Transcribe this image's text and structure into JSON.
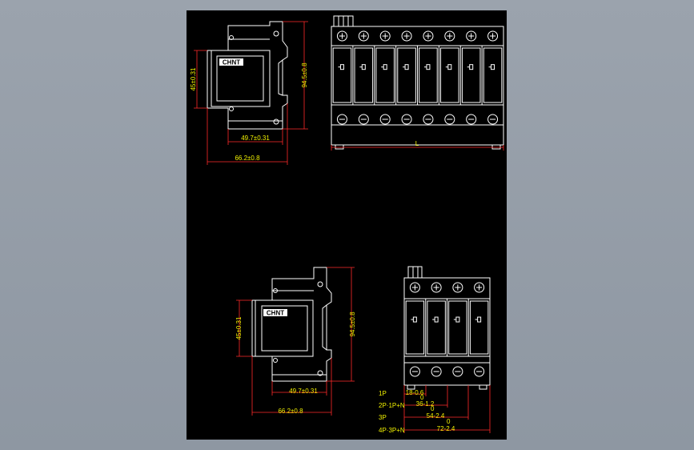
{
  "drawing": {
    "top_view": {
      "dim_height": "94.5±0.8",
      "dim_front_height": "45±0.31",
      "dim_width_inner": "49.7±0.31",
      "dim_width_outer": "66.2±0.8",
      "logo": "CHNT"
    },
    "top_front": {
      "dim_length": "L",
      "poles": 8
    },
    "bottom_view": {
      "dim_height": "94.5±0.8",
      "dim_front_height": "45±0.31",
      "dim_width_inner": "49.7±0.31",
      "dim_width_outer": "66.2±0.8",
      "logo": "CHNT"
    },
    "bottom_front": {
      "poles": 4,
      "table": [
        {
          "config": "1P",
          "dim": "18-0.6",
          "tol": "0"
        },
        {
          "config": "2P·1P+N",
          "dim": "36-1.2",
          "tol": "0"
        },
        {
          "config": "3P",
          "dim": "54-2.4",
          "tol": "0"
        },
        {
          "config": "4P·3P+N",
          "dim": "72-2.4",
          "tol": "0"
        }
      ]
    }
  },
  "colors": {
    "background": "#9ba3ad",
    "sheet": "#000000",
    "line": "#ffffff",
    "dimension": "#ff2a2a",
    "text": "#f2f200"
  }
}
